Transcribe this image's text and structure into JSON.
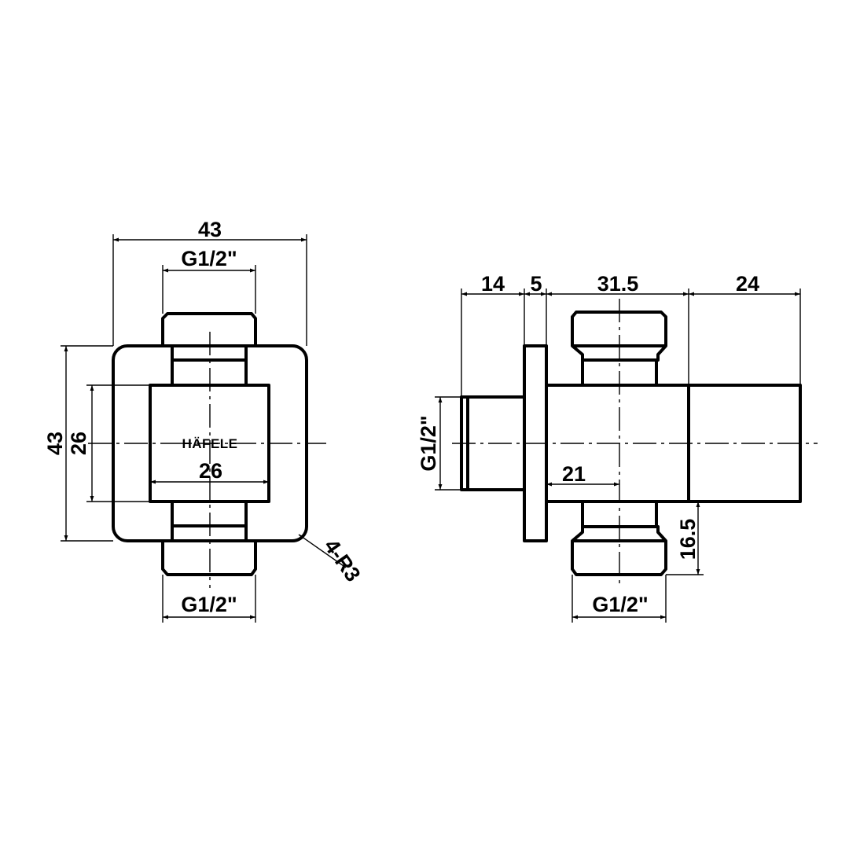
{
  "front_view": {
    "width": "43",
    "height": "43",
    "top_thread": "G1/2\"",
    "bottom_thread": "G1/2\"",
    "inner_height": "26",
    "inner_width": "26",
    "corner_radius": "4-R3",
    "brand": "HÄFELE"
  },
  "side_view": {
    "dim_left": "14",
    "dim_flange": "5",
    "dim_body": "31.5",
    "dim_handle": "24",
    "inlet_thread": "G1/2\"",
    "inner_length": "21",
    "outlet_offset": "16.5",
    "outlet_thread": "G1/2\""
  }
}
